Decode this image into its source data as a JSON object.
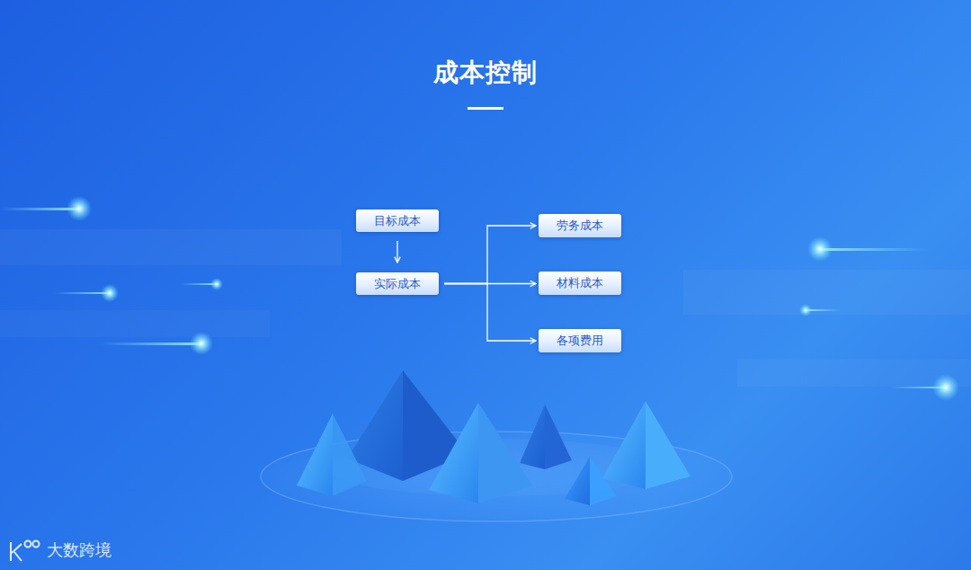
{
  "diagram": {
    "title": "成本控制",
    "nodes": [
      {
        "text": [
          "目标成本"
        ]
      },
      {
        "text": [
          "实际成本"
        ]
      },
      {
        "text": [
          "劳务成本"
        ]
      },
      {
        "text": [
          "材料成本"
        ]
      },
      {
        "text": [
          "各项费用"
        ]
      }
    ],
    "edges": [
      {
        "from": 0,
        "to": 1,
        "arrow": "to"
      },
      {
        "from": 1,
        "to": 2,
        "arrow": "to"
      },
      {
        "from": 1,
        "to": 3,
        "arrow": "to"
      },
      {
        "from": 1,
        "to": 4,
        "arrow": "to"
      }
    ],
    "labels": [
      "大数跨境"
    ]
  }
}
